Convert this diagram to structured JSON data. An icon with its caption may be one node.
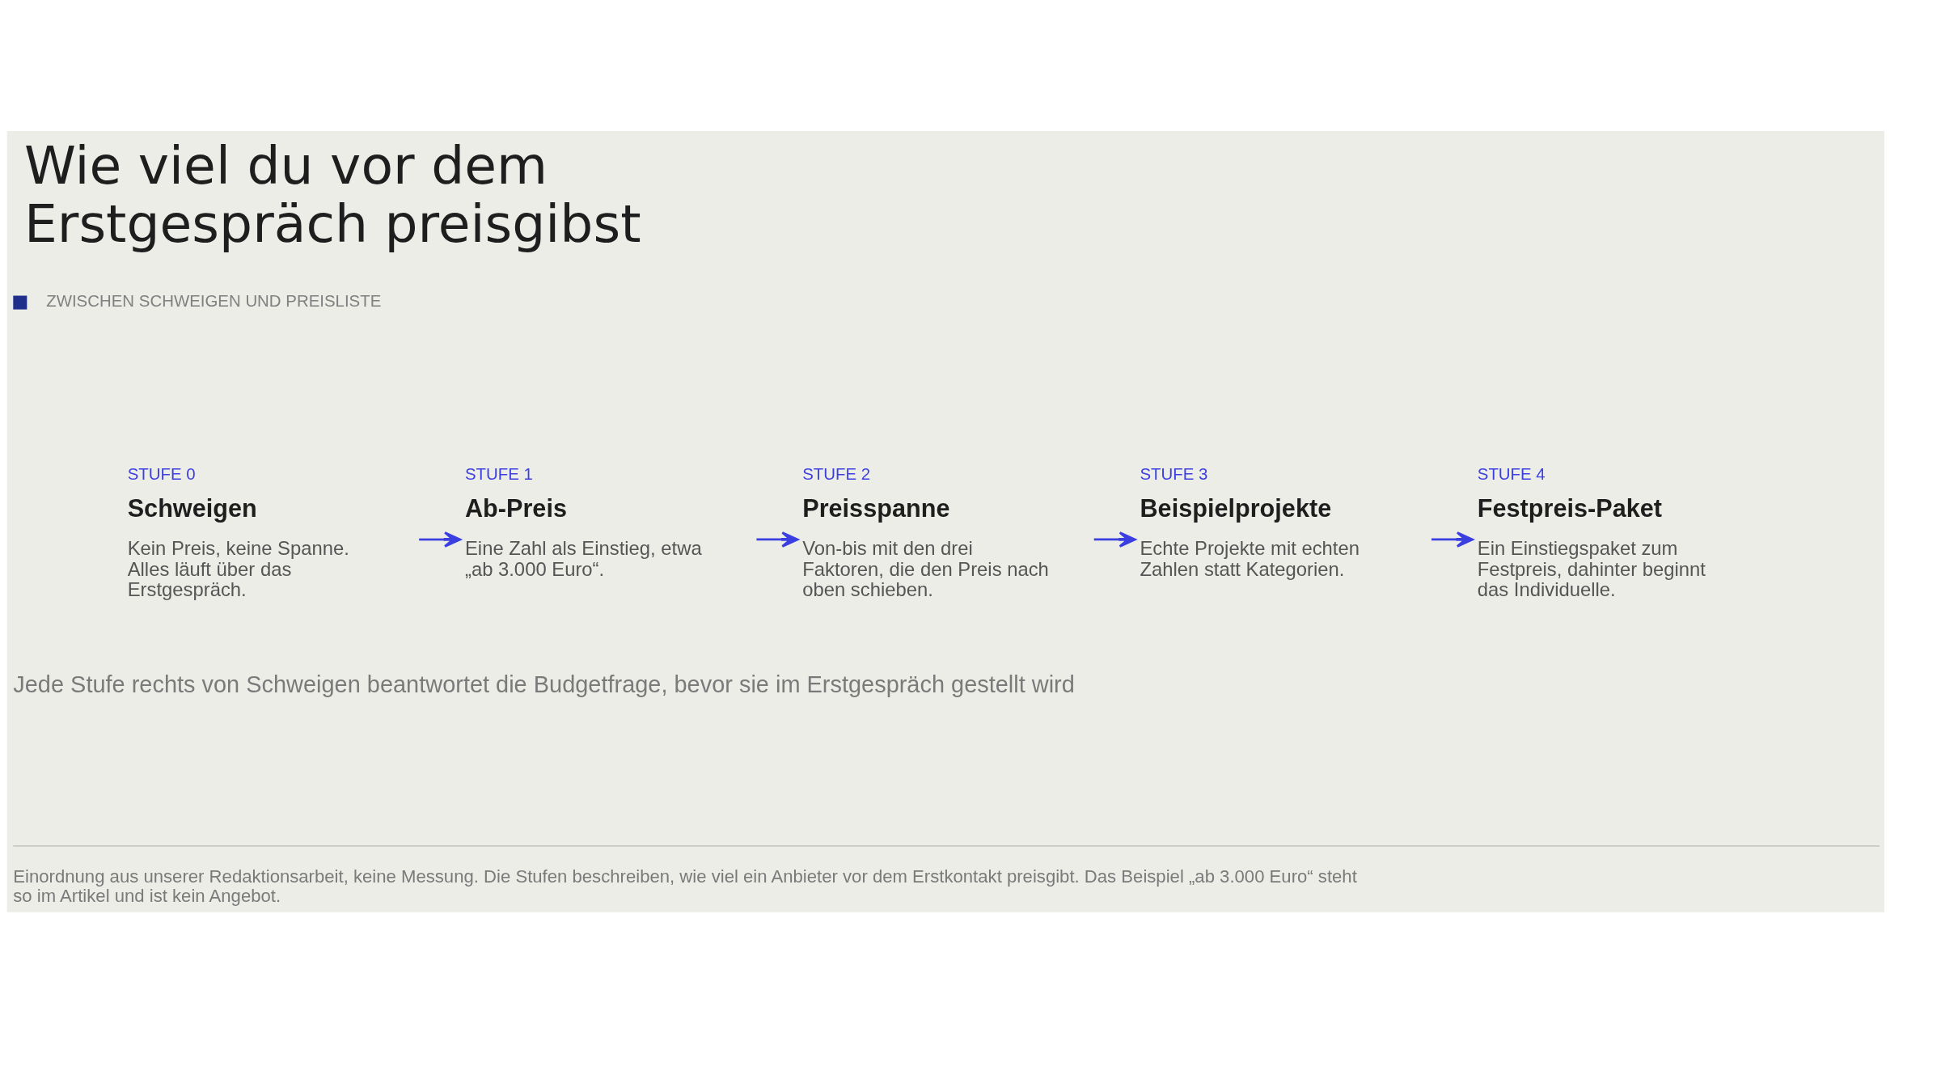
{
  "diagram": {
    "title": "Wie viel du vor dem Erstgespräch preisgibst",
    "caption": "Einordnung aus unserer Redaktionsarbeit, keine Messung. Die Stufen beschreiben, wie viel ein Anbieter vor dem Erstkontakt preisgibt. Das Beispiel „ab 3.000 Euro“ steht so im Artikel und ist kein Angebot.",
    "nodes": [
      {
        "text": [
          "STUFE 0",
          "Schweigen",
          "Kein Preis, keine Spanne. Alles läuft über das Erstgespräch."
        ]
      },
      {
        "text": [
          "STUFE 1",
          "Ab-Preis",
          "Eine Zahl als Einstieg, etwa „ab 3.000 Euro“."
        ]
      },
      {
        "text": [
          "STUFE 2",
          "Preisspanne",
          "Von-bis mit den drei Faktoren, die den Preis nach oben schieben."
        ]
      },
      {
        "text": [
          "STUFE 3",
          "Beispielprojekte",
          "Echte Projekte mit echten Zahlen statt Kategorien."
        ]
      },
      {
        "text": [
          "STUFE 4",
          "Festpreis-Paket",
          "Ein Einstiegspaket zum Festpreis, dahinter beginnt das Individuelle."
        ]
      }
    ],
    "edges": [
      {
        "from": 0,
        "to": 1,
        "arrow": "to"
      },
      {
        "from": 1,
        "to": 2,
        "arrow": "to"
      },
      {
        "from": 2,
        "to": 3,
        "arrow": "to"
      },
      {
        "from": 3,
        "to": 4,
        "arrow": "to"
      }
    ],
    "labels": [
      "ZWISCHEN SCHWEIGEN UND PREISLISTE",
      "Jede Stufe rechts von Schweigen beantwortet die Budgetfrage, bevor sie im Erstgespräch gestellt wird"
    ]
  }
}
